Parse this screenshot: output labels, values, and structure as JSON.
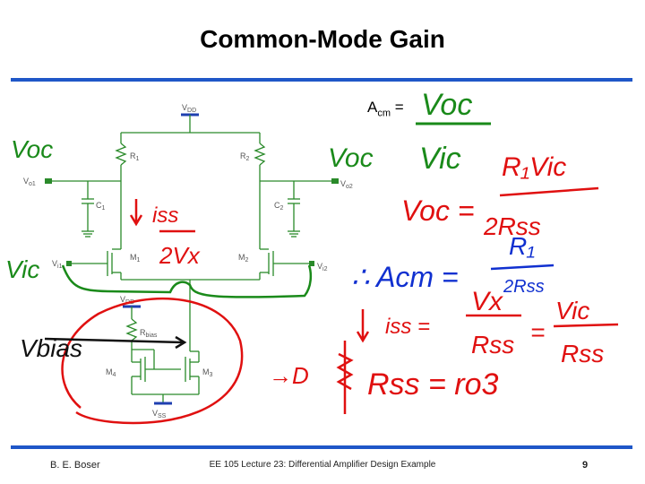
{
  "title": "Common-Mode Gain",
  "equation": {
    "lhs": "A",
    "lhs_sub": "cm",
    "eq": "="
  },
  "labels": {
    "vdd": "V",
    "vdd_sub": "DD",
    "r1": "R",
    "r1_sub": "1",
    "r2": "R",
    "r2_sub": "2",
    "vo1": "V",
    "vo1_sub": "o1",
    "vo2": "V",
    "vo2_sub": "o2",
    "c1": "C",
    "c1_sub": "1",
    "c2": "C",
    "c2_sub": "2",
    "vi1": "V",
    "vi1_sub": "i1",
    "vi2": "V",
    "vi2_sub": "i2",
    "m1": "M",
    "m1_sub": "1",
    "m2": "M",
    "m2_sub": "2",
    "vdd2": "V",
    "vdd2_sub": "DD",
    "rbias": "R",
    "rbias_sub": "bias",
    "m4": "M",
    "m4_sub": "4",
    "m3": "M",
    "m3_sub": "3",
    "vss": "V",
    "vss_sub": "SS"
  },
  "handwriting": {
    "voc_top": "Voc",
    "vic_den": "Vic",
    "voc_left": "Voc",
    "voc_right": "Voc",
    "vic_left": "Vic",
    "iss": "iss",
    "two_vx": "2Vx",
    "frac_num": "R₁Vic",
    "voc_eq": "Voc =",
    "frac_den": "2Rss",
    "acm_eq": "∴ Acm =",
    "acm_num": "R₁",
    "acm_den": "2Rss",
    "iss_eq": "iss =",
    "vx": "Vx",
    "rss": "Rss",
    "eq2": "=",
    "vic2": "Vic",
    "rss2": "Rss",
    "vbias": "Vbias",
    "arrow_d": "→D",
    "rss_eq": "Rss = ro3"
  },
  "footer": {
    "author": "B. E. Boser",
    "course": "EE 105 Lecture 23: Differential Amplifier Design Example",
    "page": "9"
  },
  "colors": {
    "accent": "#1f57c8",
    "green": "#1a8a1a",
    "red": "#e01010",
    "blue": "#1030d0",
    "schematic": "#2a8a2a",
    "dark": "#111111"
  }
}
